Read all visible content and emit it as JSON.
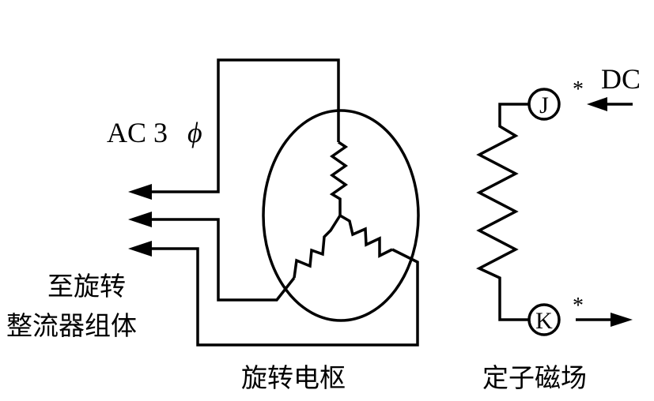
{
  "labels": {
    "ac": "AC 3",
    "phi": "ϕ",
    "to_rectifier_line1": "至旋转",
    "to_rectifier_line2": "整流器组体",
    "rotating_armature": "旋转电枢",
    "stator_field": "定子磁场",
    "dc": "DC",
    "terminal_j": "J",
    "terminal_k": "K",
    "star_j": "*",
    "star_k": "*"
  }
}
